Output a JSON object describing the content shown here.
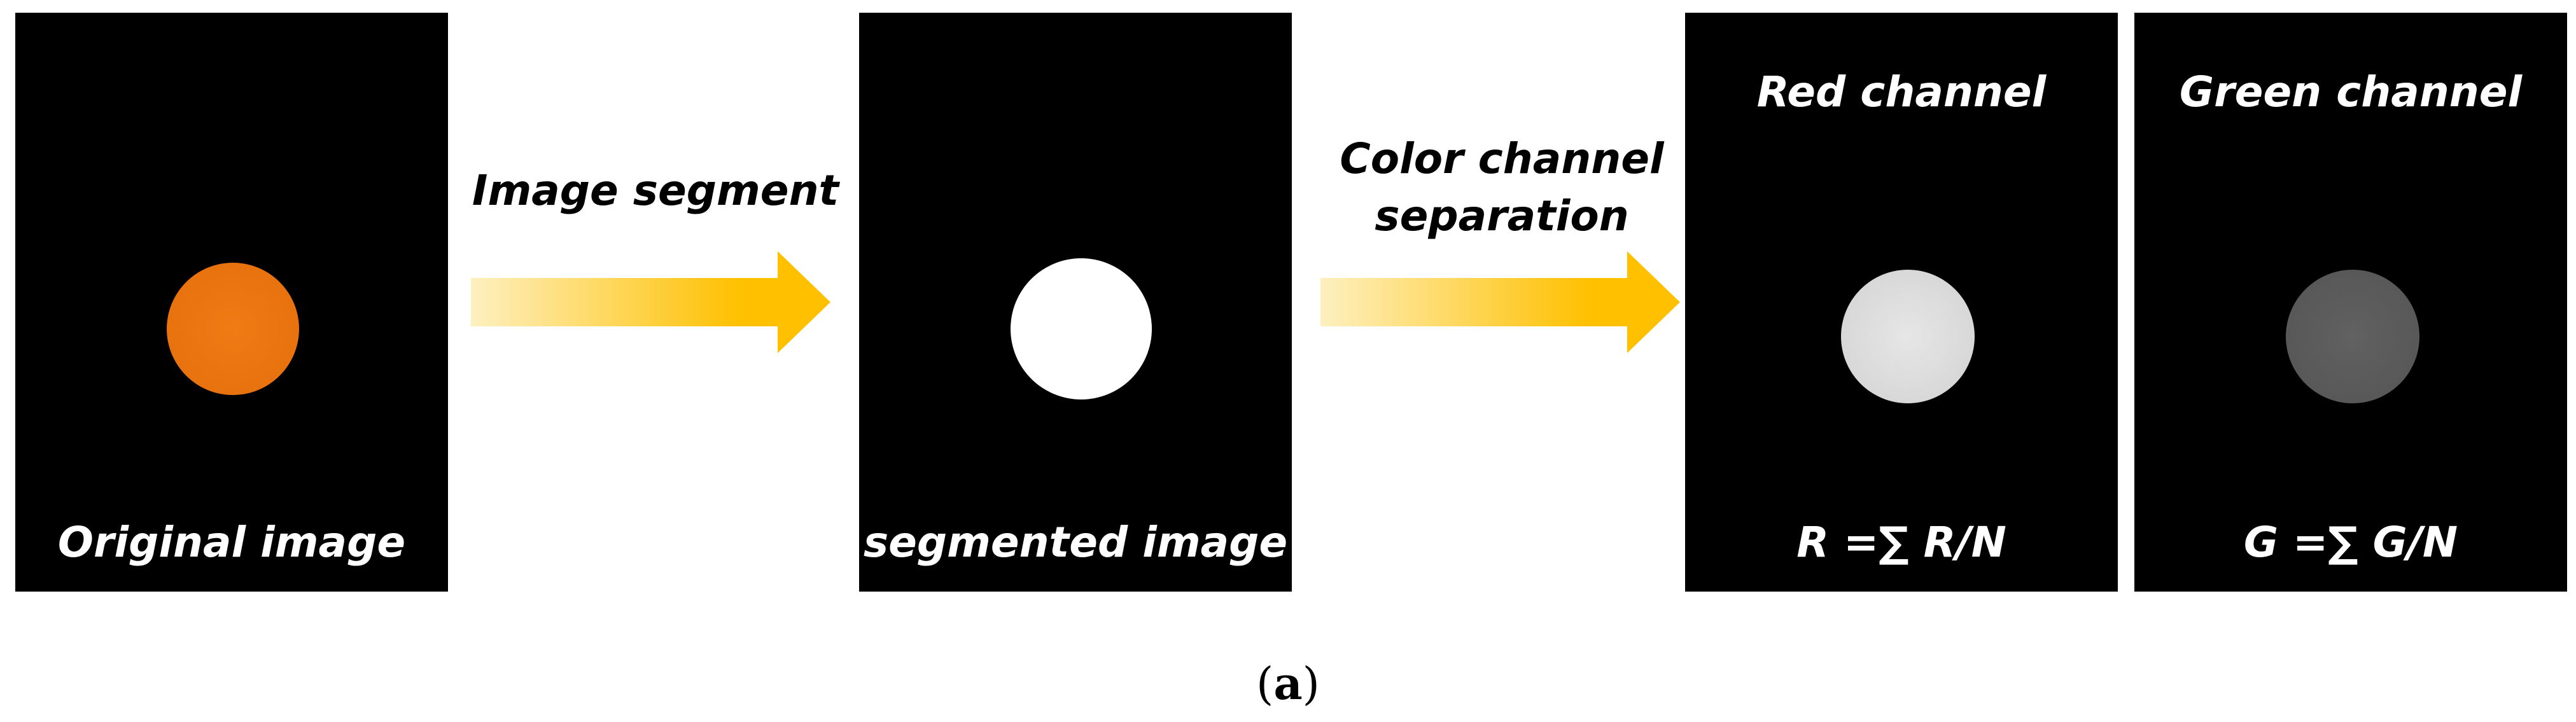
{
  "colors": {
    "panel_background": "#000000",
    "label_text": "#ffffff",
    "arrow_start": "#fdf0c0",
    "arrow_end": "#ffc000",
    "orange_disc": "#e8720e",
    "segmented_disc": "#ffffff",
    "red_channel_disc": "#dcdcdc",
    "green_channel_disc": "#5a5a5a"
  },
  "panels": {
    "original": {
      "bottom_label": "Original image"
    },
    "segmented": {
      "bottom_label": "segmented image"
    },
    "red_channel": {
      "top_label": "Red channel",
      "bottom_label": "R =∑ R/N"
    },
    "green_channel": {
      "top_label": "Green channel",
      "bottom_label": "G =∑ G/N"
    }
  },
  "steps": {
    "segment": {
      "label": "Image segment"
    },
    "separation": {
      "label_line1": "Color channel",
      "label_line2": "separation"
    }
  },
  "caption": {
    "open": "(",
    "letter": "a",
    "close": ")"
  }
}
